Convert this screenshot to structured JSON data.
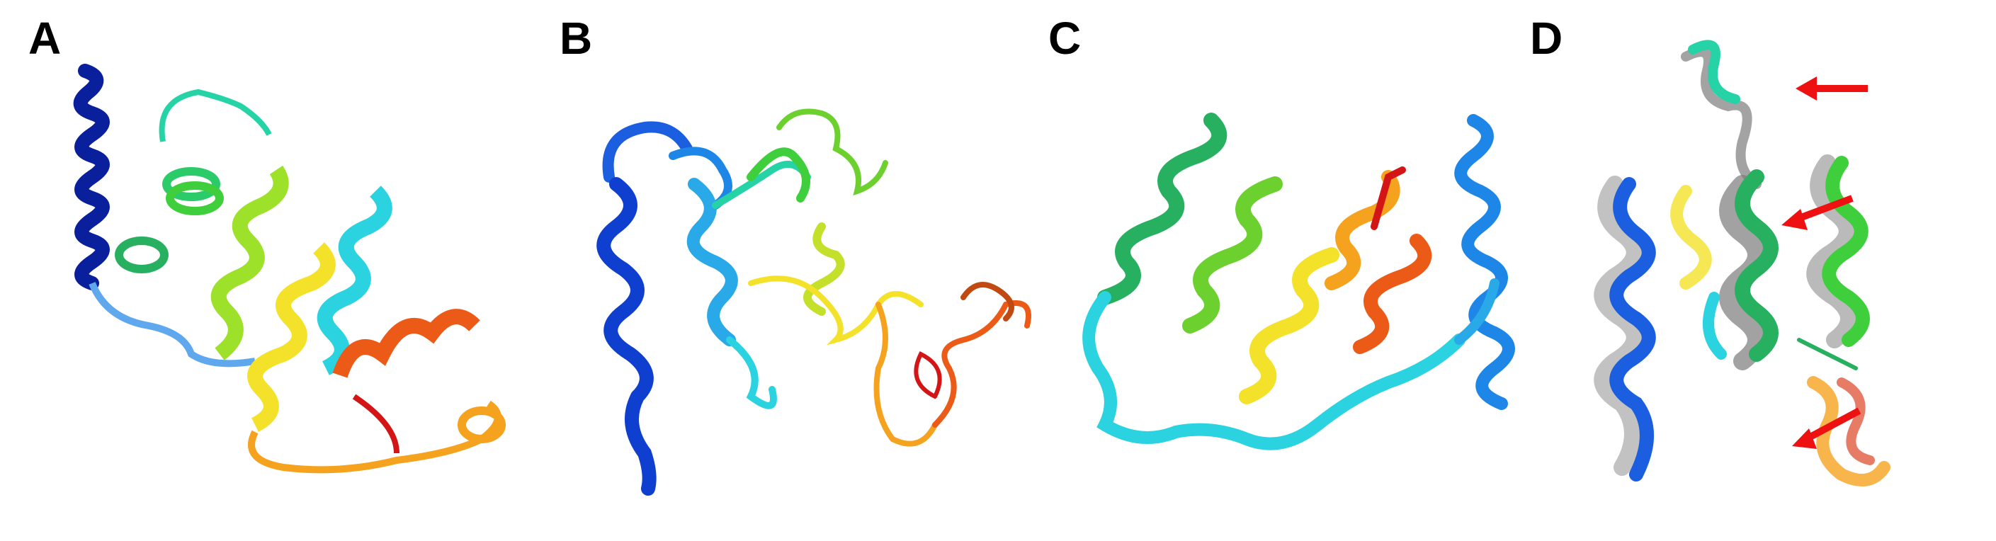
{
  "panels": [
    {
      "label": "A"
    },
    {
      "label": "B"
    },
    {
      "label": "C"
    },
    {
      "label": "D"
    }
  ],
  "colors": {
    "blue_dark": "#0a1f9c",
    "blue": "#1b5fe0",
    "sky": "#29a9e8",
    "cyan": "#2bd3e0",
    "teal": "#26d3a6",
    "green": "#3fcf3c",
    "lime": "#9ee12b",
    "yellow": "#f4e22a",
    "orange": "#f5a21f",
    "red_orange": "#ec5a17",
    "red": "#d41515",
    "gray": "#8c8c8c",
    "arrow": "#ee1111"
  }
}
